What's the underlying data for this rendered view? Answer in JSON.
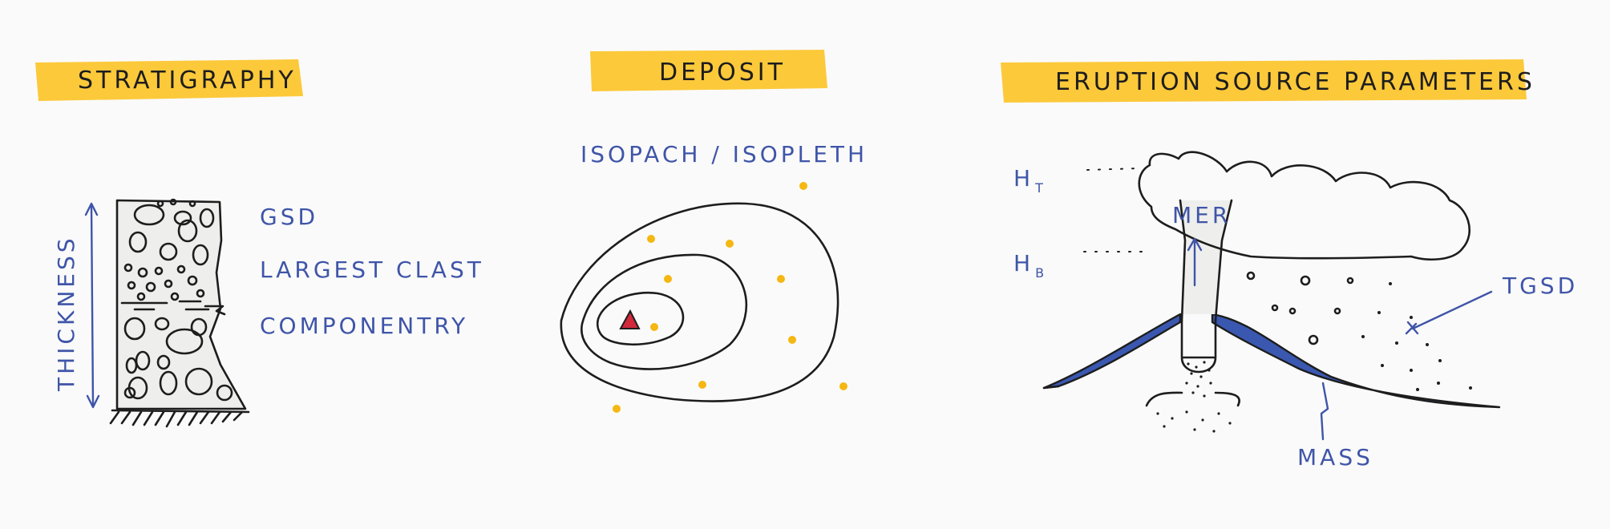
{
  "headers": {
    "stratigraphy": "STRATIGRAPHY",
    "deposit": "DEPOSIT",
    "esp": "ERUPTION SOURCE PARAMETERS"
  },
  "stratigraphy": {
    "thickness": "THICKNESS",
    "labels": [
      "GSD",
      "LARGEST CLAST",
      "COMPONENTRY"
    ]
  },
  "deposit": {
    "caption": "ISOPACH / ISOPLETH"
  },
  "esp": {
    "ht": "H",
    "ht_sub": "T",
    "hb": "H",
    "hb_sub": "B",
    "mer": "MER",
    "tgsd": "TGSD",
    "mass": "MASS"
  },
  "colors": {
    "banner": "#fcc93a",
    "ink": "#1d1d1d",
    "blue_ink": "#3f55a8",
    "fill_grey": "#eeeeec",
    "volcano_blue": "#3a58b0",
    "vent_red": "#d2283c",
    "sample_dot": "#f5b712"
  }
}
